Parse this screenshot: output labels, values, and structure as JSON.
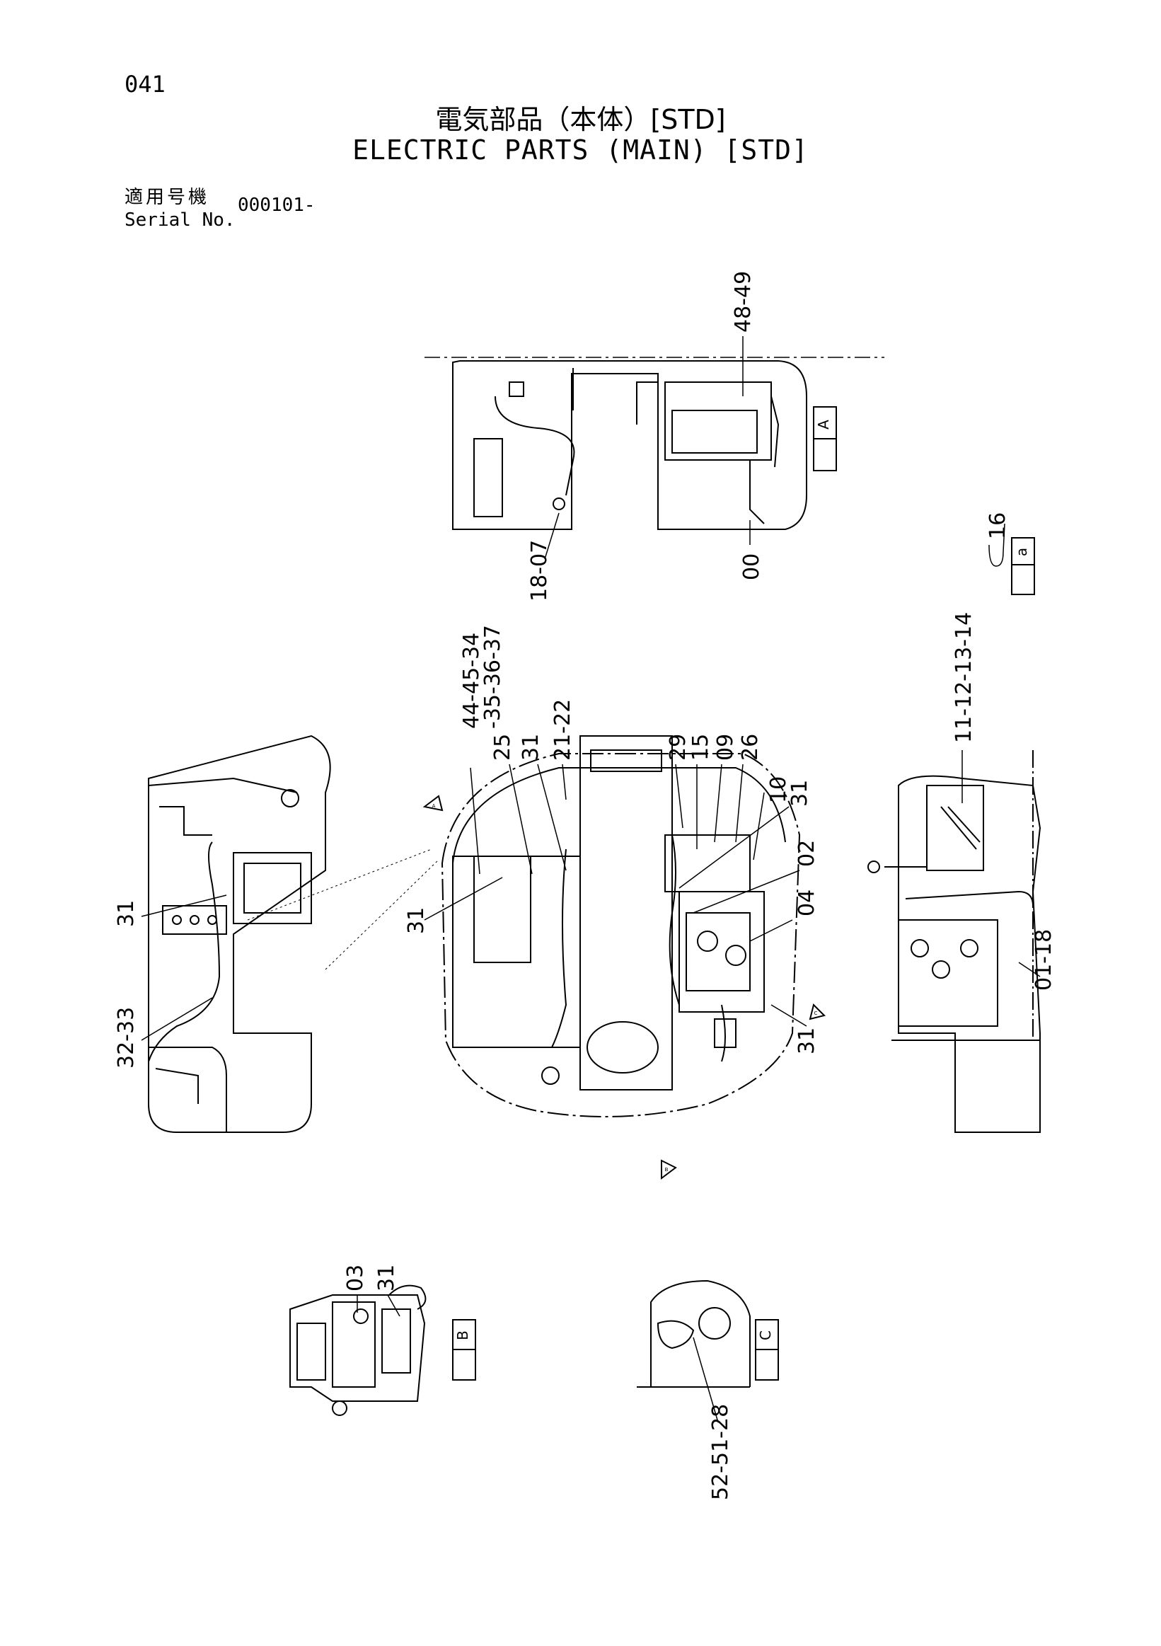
{
  "header": {
    "page_number": "041",
    "title_jp": "電気部品（本体）[STD]",
    "title_en": "ELECTRIC PARTS (MAIN) [STD]",
    "serial_label_jp": "適用号機",
    "serial_label_en": "Serial No.",
    "serial_value": "000101-"
  },
  "callouts": {
    "c48_49": "48-49",
    "c18_07": "18-07",
    "c00": "00",
    "c16": "16",
    "c44_45_34": "44-45-34",
    "c35_36_37": "-35-36-37",
    "c25": "25",
    "c31_top": "31",
    "c21_22": "21-22",
    "c29": "29",
    "c15": "15",
    "c09": "09",
    "c26": "26",
    "c10": "10",
    "c31_right": "31",
    "c02": "02",
    "c04": "04",
    "c31_center": "31",
    "c31_bottom": "31",
    "c11_14": "11-12-13-14",
    "c01_18": "01-18",
    "c31_left": "31",
    "c32_33": "32-33",
    "c03": "03",
    "c31_b": "31",
    "c52_51_28": "52-51-28"
  },
  "view_markers": {
    "section_a": "A",
    "section_b": "B",
    "section_c": "C",
    "detail_a": "a",
    "arrow_a": "A",
    "arrow_b": "B",
    "arrow_c": "C"
  }
}
